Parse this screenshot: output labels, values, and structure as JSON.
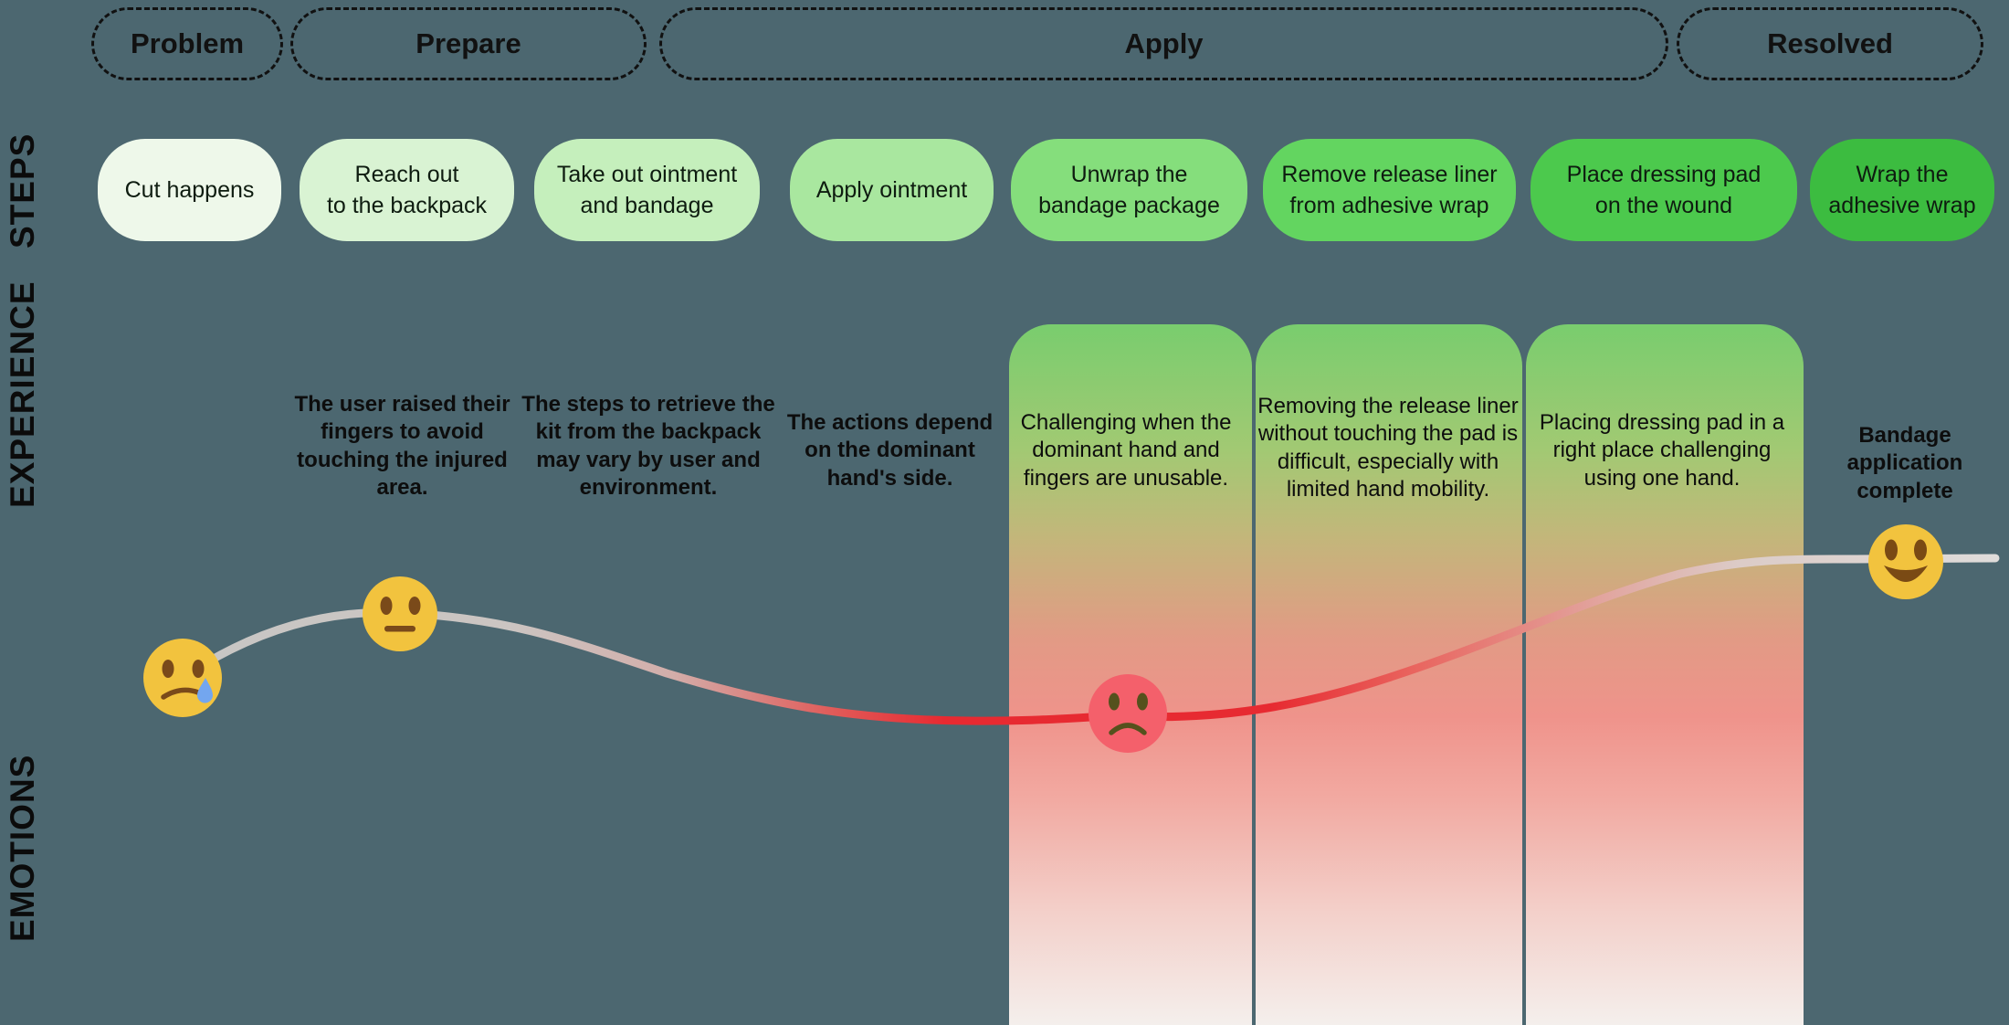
{
  "rows": {
    "steps_label": "STEPS",
    "experience_label": "EXPERIENCE",
    "emotions_label": "EMOTIONS"
  },
  "phases": {
    "items": [
      {
        "label": "Problem"
      },
      {
        "label": "Prepare"
      },
      {
        "label": "Apply"
      },
      {
        "label": "Resolved"
      }
    ]
  },
  "steps": {
    "items": [
      {
        "label": "Cut happens",
        "color": "#eef8ea"
      },
      {
        "label": "Reach out\nto the backpack",
        "color": "#d9f3d3"
      },
      {
        "label": "Take out ointment\nand bandage",
        "color": "#c5efbc"
      },
      {
        "label": "Apply ointment",
        "color": "#a9e79f"
      },
      {
        "label": "Unwrap the\nbandage package",
        "color": "#85de7c"
      },
      {
        "label": "Remove release liner\nfrom adhesive wrap",
        "color": "#63d560"
      },
      {
        "label": "Place dressing pad\non the wound",
        "color": "#4cc94d"
      },
      {
        "label": "Wrap the\nadhesive wrap",
        "color": "#3cbc40"
      }
    ]
  },
  "experience": {
    "items": [
      {
        "text": "The user raised their\nfingers to avoid\ntouching the injured\narea.",
        "emphasis": "bold"
      },
      {
        "text": "The steps to retrieve the\nkit from the backpack\nmay vary by user and\nenvironment.",
        "emphasis": "bold"
      },
      {
        "text": "The actions depend\non the dominant\nhand's side.",
        "emphasis": "bold"
      },
      {
        "text": "Challenging when the\ndominant hand and\nfingers are unusable.",
        "emphasis": "regular"
      },
      {
        "text": "Removing the release liner\nwithout touching the pad is\ndifficult, especially with\nlimited hand mobility.",
        "emphasis": "regular"
      },
      {
        "text": "Placing dressing pad in a\nright place challenging\nusing one hand.",
        "emphasis": "regular"
      },
      {
        "text": "Bandage application\ncomplete",
        "emphasis": "bold"
      }
    ]
  },
  "emotions": {
    "faces": [
      {
        "icon": "crying-face-icon",
        "expression": "sad with tear"
      },
      {
        "icon": "neutral-face-icon",
        "expression": "neutral"
      },
      {
        "icon": "sad-red-face-icon",
        "expression": "frustrated"
      },
      {
        "icon": "happy-face-icon",
        "expression": "happy"
      }
    ],
    "face_yellow": "#f2c33e",
    "face_red": "#f4606b"
  },
  "highlight_panels": {
    "count": 3,
    "gradient_top": "#79cd6e",
    "gradient_middle": "#ef938b",
    "gradient_bottom": "#f4efec"
  },
  "curve": {
    "calm_color": "#c8c6c4",
    "pain_color": "#e72a31",
    "background_color": "#4c6770"
  }
}
